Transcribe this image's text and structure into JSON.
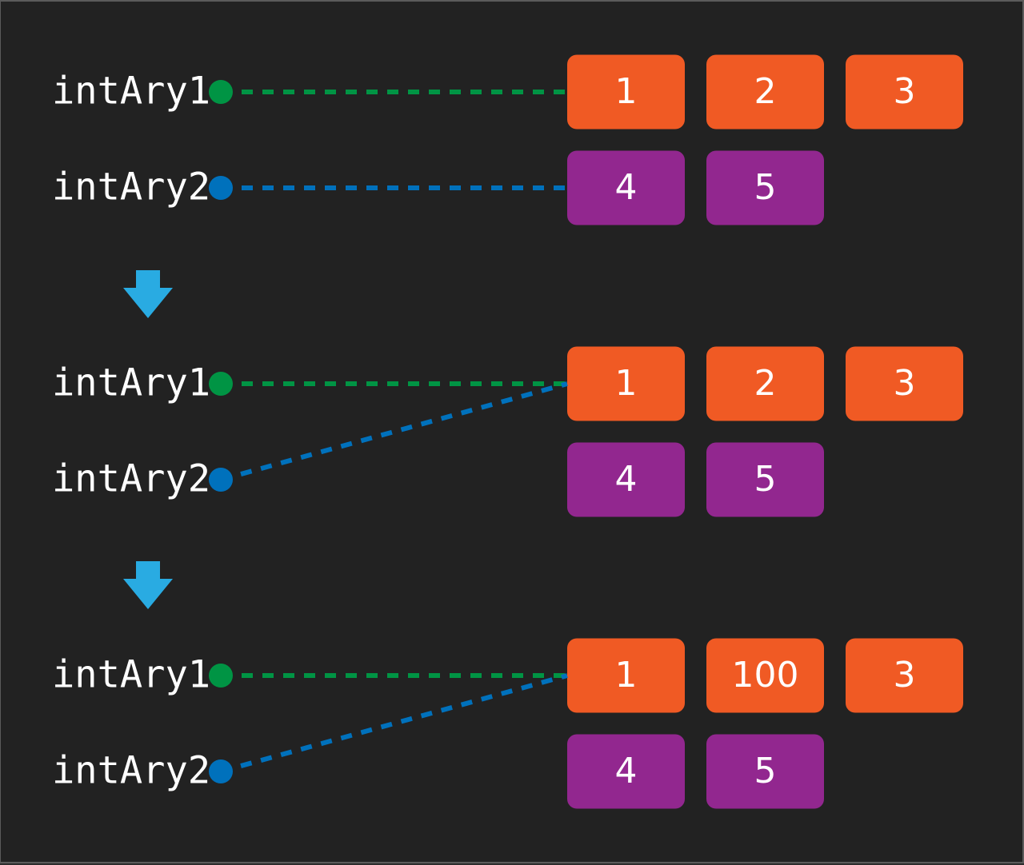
{
  "colors": {
    "background": "#222222",
    "array1_cell": "#f05a24",
    "array2_cell": "#92278f",
    "var1_link": "#009444",
    "var2_link": "#0071bc",
    "step_arrow": "#29abe2",
    "text": "#ffffff"
  },
  "icons": {
    "step_arrow": "arrow-down-icon"
  },
  "stages": [
    {
      "var1": {
        "label": "intAry1",
        "points_to": "array1"
      },
      "var2": {
        "label": "intAry2",
        "points_to": "array2"
      },
      "array1": [
        "1",
        "2",
        "3"
      ],
      "array2": [
        "4",
        "5"
      ]
    },
    {
      "var1": {
        "label": "intAry1",
        "points_to": "array1"
      },
      "var2": {
        "label": "intAry2",
        "points_to": "array1"
      },
      "array1": [
        "1",
        "2",
        "3"
      ],
      "array2": [
        "4",
        "5"
      ]
    },
    {
      "var1": {
        "label": "intAry1",
        "points_to": "array1"
      },
      "var2": {
        "label": "intAry2",
        "points_to": "array1"
      },
      "array1": [
        "1",
        "100",
        "3"
      ],
      "array2": [
        "4",
        "5"
      ]
    }
  ]
}
